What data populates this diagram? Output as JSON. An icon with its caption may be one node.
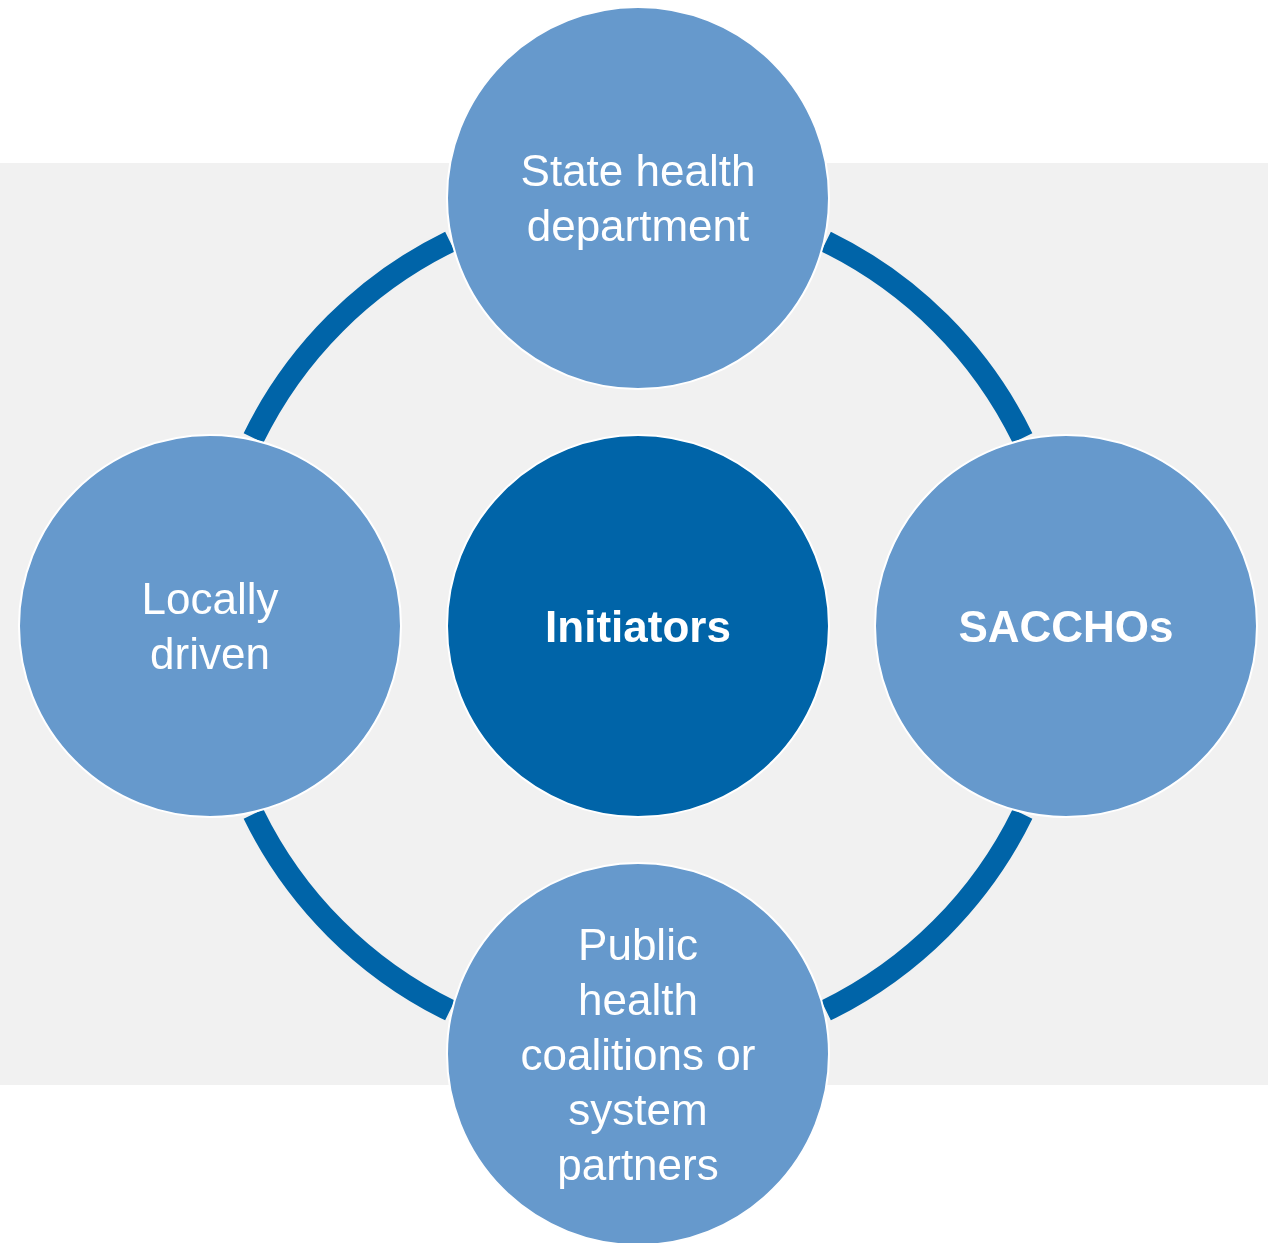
{
  "diagram": {
    "nodes": [
      {
        "text": [
          "State health department"
        ]
      },
      {
        "text": [
          "Locally driven"
        ]
      },
      {
        "text": [
          "Initiators"
        ]
      },
      {
        "text": [
          "SACCHOs"
        ]
      },
      {
        "text": [
          "Public health coalitions or system partners"
        ]
      }
    ],
    "edges": [
      {
        "from": 0,
        "to": 3,
        "arrow": "none"
      },
      {
        "from": 3,
        "to": 4,
        "arrow": "none"
      },
      {
        "from": 4,
        "to": 1,
        "arrow": "none"
      },
      {
        "from": 1,
        "to": 0,
        "arrow": "none"
      }
    ]
  }
}
